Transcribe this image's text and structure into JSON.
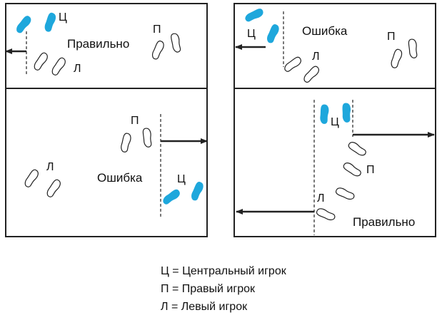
{
  "panels": {
    "top_left": {
      "verdict": "Правильно",
      "marks": [
        "Ц",
        "П",
        "Л"
      ]
    },
    "top_right": {
      "verdict": "Ошибка",
      "marks": [
        "Ц",
        "П",
        "Л"
      ]
    },
    "bottom_left": {
      "verdict": "Ошибка",
      "marks": [
        "П",
        "Л",
        "Ц"
      ]
    },
    "bottom_right": {
      "verdict": "Правильно",
      "marks": [
        "Ц",
        "П",
        "Л"
      ]
    }
  },
  "legend": {
    "center": "Ц = Центральный игрок",
    "right": "П = Правый игрок",
    "left": "Л = Левый игрок"
  },
  "colors": {
    "center_player": "#1ea7dc",
    "outline": "#222222",
    "background": "#ffffff"
  }
}
